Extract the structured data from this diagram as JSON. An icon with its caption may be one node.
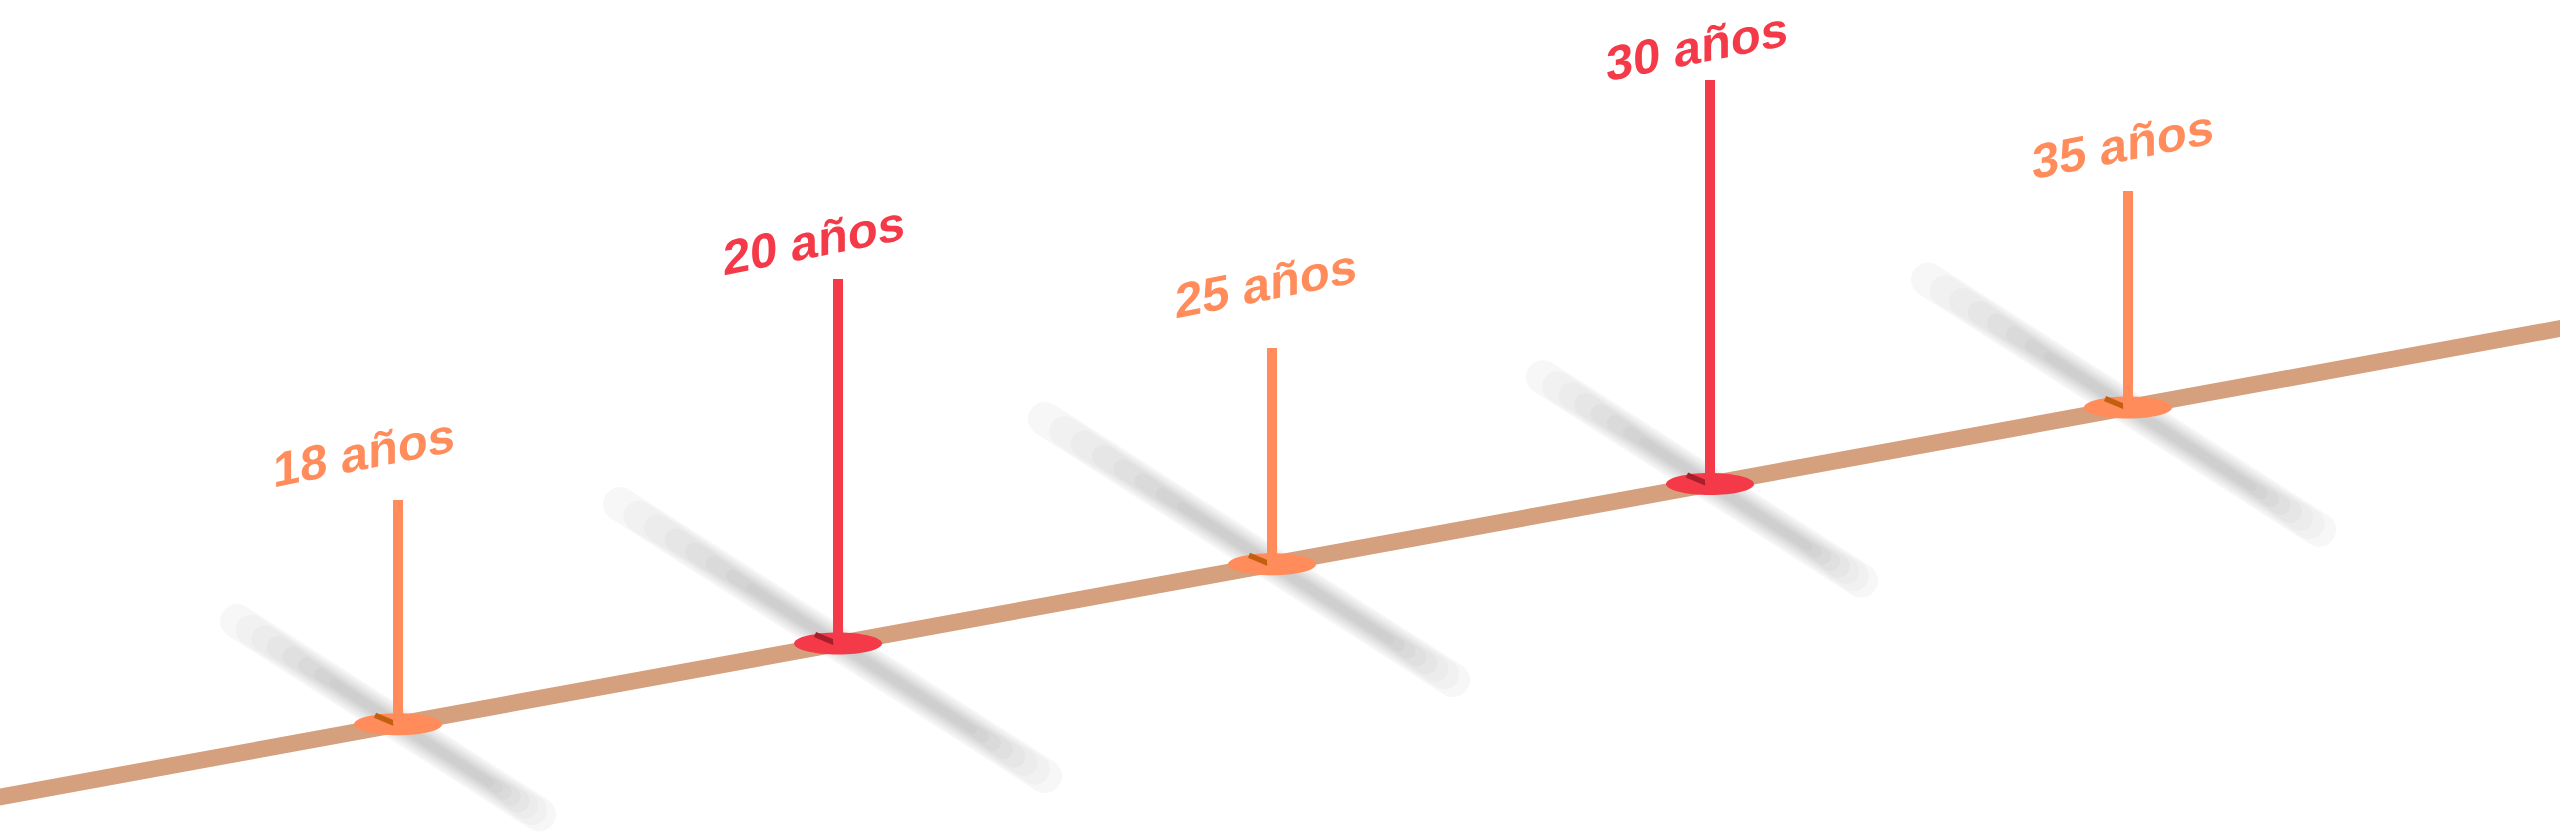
{
  "diagram": {
    "labels": [
      "18 años",
      "20 años",
      "25 años",
      "30 años",
      "35 años"
    ]
  }
}
